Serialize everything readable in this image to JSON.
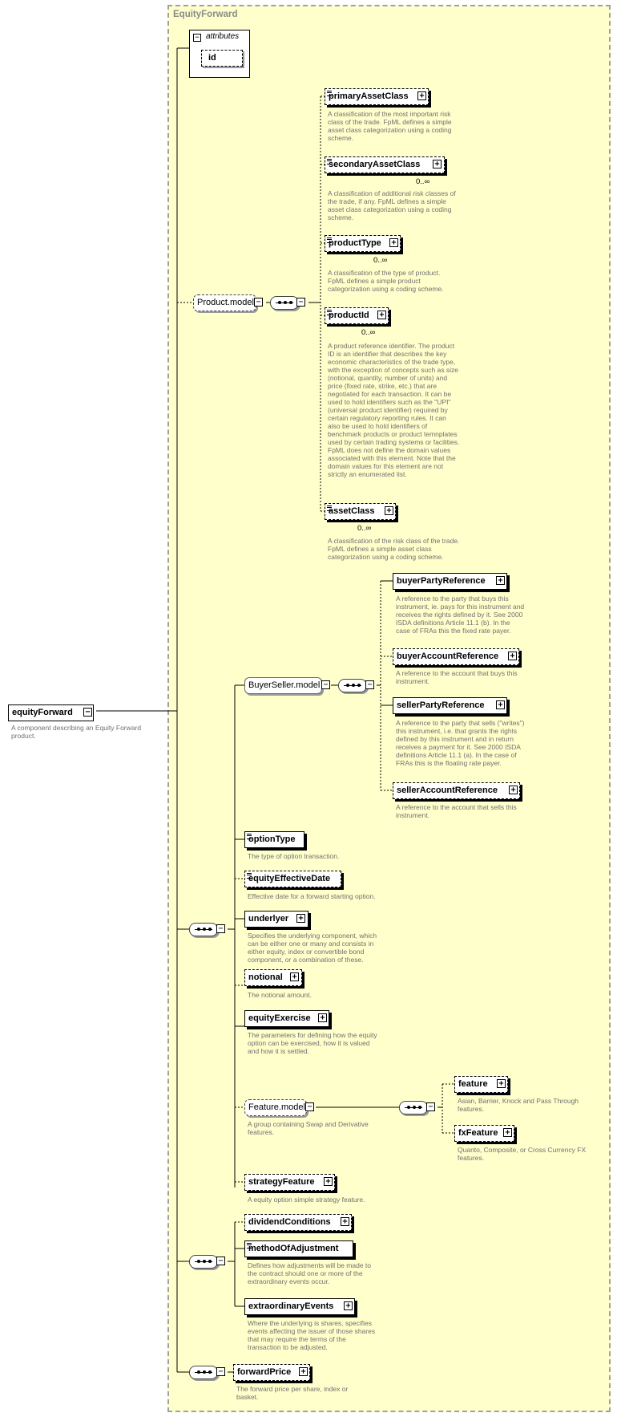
{
  "container": {
    "title": "EquityForward"
  },
  "attributes": {
    "title": "attributes",
    "id_label": "id"
  },
  "root": {
    "label": "equityForward",
    "desc": "A component describing an Equity Forward\nproduct."
  },
  "product_model": {
    "label": "Product.model",
    "children": [
      {
        "label": "primaryAssetClass",
        "occ": "",
        "desc": "A classification of the most important risk\nclass of the trade. FpML defines a simple\nasset class categorization using a coding\nscheme."
      },
      {
        "label": "secondaryAssetClass",
        "occ": "0..∞",
        "desc": "A classification of additional risk classes of\nthe trade, if any. FpML defines a simple\nasset class categorization using a coding\nscheme."
      },
      {
        "label": "productType",
        "occ": "0..∞",
        "desc": "A classification of the type of product.\nFpML defines a simple product\ncategorization using a coding scheme."
      },
      {
        "label": "productId",
        "occ": "0..∞",
        "desc": "A product reference identifier. The product\nID is an identifier that describes the key\neconomic characteristics of the trade type,\nwith the exception of concepts such as size\n(notional, quantity, number of units) and\nprice (fixed rate, strike, etc.) that are\nnegotiated for each transaction. It can be\nused to hold identifiers such as the \"UPI\"\n(universal product identifier) required by\ncertain regulatory reporting rules. It can\nalso be used to hold identifiers of\nbenchmark products or product temnplates\nused by certain trading systems or facilities.\nFpML does not define the domain values\nassociated with this element. Note that the\ndomain values for this element are not\nstrictly an enumerated list."
      },
      {
        "label": "assetClass",
        "occ": "0..∞",
        "desc": "A classification of the risk class of the trade.\nFpML defines a simple asset class\ncategorization using a coding scheme."
      }
    ]
  },
  "buyer_seller_model": {
    "label": "BuyerSeller.model",
    "children": [
      {
        "label": "buyerPartyReference",
        "desc": "A reference to the party that buys this\ninstrument, ie. pays for this instrument and\nreceives the rights defined by it. See 2000\nISDA definitions Article 11.1 (b). In the\ncase of FRAs this the fixed rate payer."
      },
      {
        "label": "buyerAccountReference",
        "desc": "A reference to the account that buys this\ninstrument."
      },
      {
        "label": "sellerPartyReference",
        "desc": "A reference to the party that sells (\"writes\")\nthis instrument, i.e. that grants the rights\ndefined by this instrument and in return\nreceives a payment for it. See 2000 ISDA\ndefinitions Article 11.1 (a). In the case of\nFRAs this is the floating rate payer."
      },
      {
        "label": "sellerAccountReference",
        "desc": "A reference to the account that sells this\ninstrument."
      }
    ]
  },
  "option_elements": [
    {
      "label": "optionType",
      "desc": "The type of option transaction."
    },
    {
      "label": "equityEffectiveDate",
      "desc": "Effective date for a forward starting option."
    },
    {
      "label": "underlyer",
      "desc": "Specifies the underlying component, which\ncan be either one or many and consists in\neither equity, index or convertible bond\ncomponent, or a combination of these."
    },
    {
      "label": "notional",
      "desc": "The notional amount."
    },
    {
      "label": "equityExercise",
      "desc": "The parameters for defining how the equity\noption can be exercised, how it is valued\nand how it is settled."
    }
  ],
  "feature_model": {
    "label": "Feature.model",
    "desc": "A group containing Swap and Derivative\nfeatures.",
    "children": [
      {
        "label": "feature",
        "desc": "Asian, Barrier, Knock and Pass Through\nfeatures."
      },
      {
        "label": "fxFeature",
        "desc": "Quanto, Composite, or Cross Currency FX\nfeatures."
      }
    ]
  },
  "strategy_feature": {
    "label": "strategyFeature",
    "desc": "A equity option simple strategy feature."
  },
  "adjustment_elements": [
    {
      "label": "dividendConditions",
      "desc": ""
    },
    {
      "label": "methodOfAdjustment",
      "desc": "Defines how adjustments will be made to\nthe contract should one or more of the\nextraordinary events occur."
    },
    {
      "label": "extraordinaryEvents",
      "desc": "Where the underlying is shares, specifies\nevents affecting the issuer of those shares\nthat may require the terms of the\ntransaction to be adjusted."
    }
  ],
  "forward_price": {
    "label": "forwardPrice",
    "desc": "The forward price per share, index or\nbasket."
  },
  "colors": {
    "background": "#ffffcc",
    "border": "#a0a0a0",
    "desc_text": "#707070"
  }
}
